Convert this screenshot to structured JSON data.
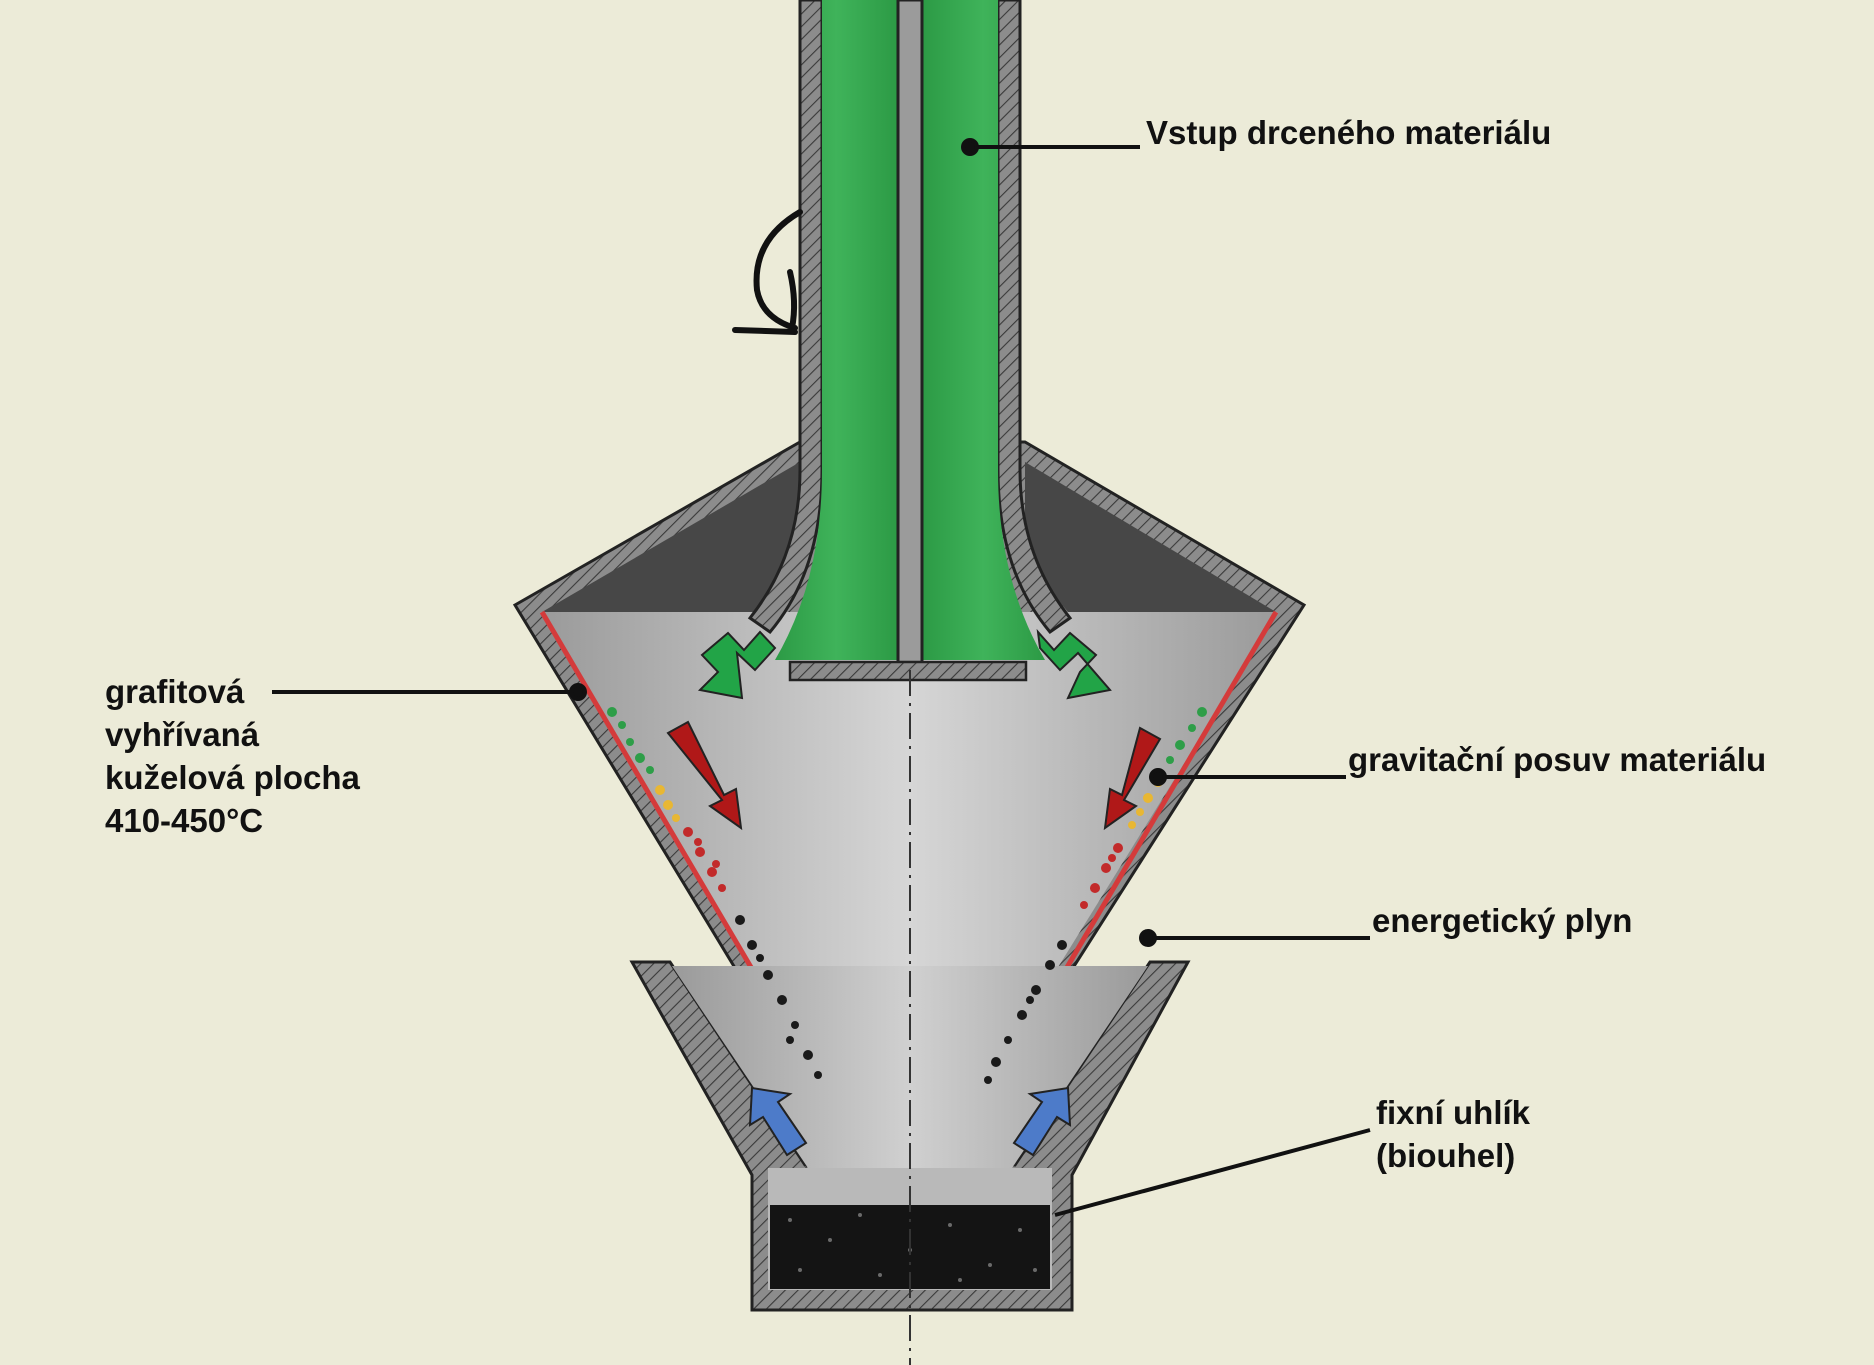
{
  "labels": {
    "inlet": "Vstup drceného materiálu",
    "heated_cone": [
      "grafitová",
      "vyhřívaná",
      "kuželová plocha",
      "410-450°C"
    ],
    "gravity_feed": "gravitační posuv materiálu",
    "energy_gas": "energetický plyn",
    "fixed_carbon": [
      "fixní uhlík",
      "(biouhel)"
    ]
  },
  "colors": {
    "background": "#ecebd8",
    "feedstock": "#2e9e48",
    "wall": "#8a8a8a",
    "heated_surface": "#d43b3b",
    "flow_out": "#22a447",
    "gravity_arrow": "#b01818",
    "gas_arrow": "#4d7bc9",
    "biochar": "#141414"
  },
  "icons": {
    "rotation": "rotation-arrow-icon",
    "flow": "arrow-icon"
  }
}
